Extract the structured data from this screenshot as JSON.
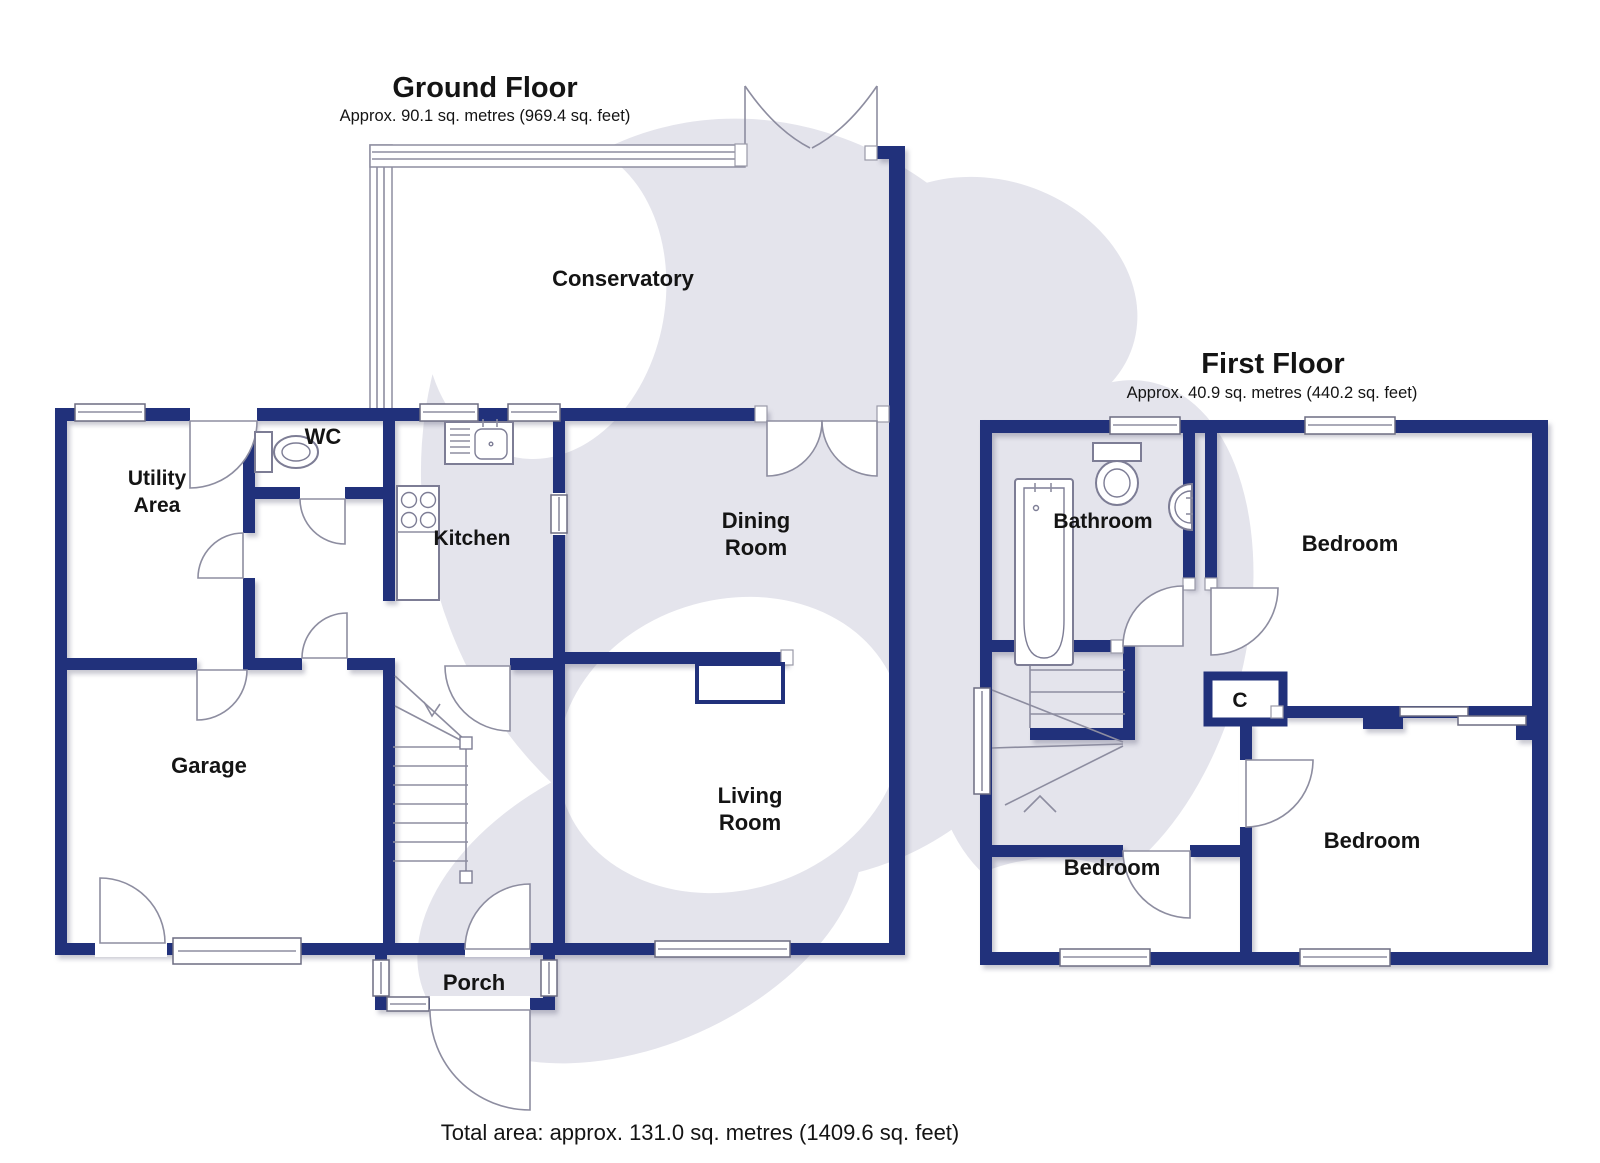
{
  "colors": {
    "wall": "#21317b",
    "line": "#7b7b8f",
    "watermark": "#e4e4ec",
    "text": "#141414",
    "bg": "#ffffff"
  },
  "ground_floor": {
    "title": "Ground Floor",
    "area": "Approx. 90.1 sq. metres (969.4 sq. feet)",
    "rooms": {
      "conservatory": "Conservatory",
      "utility_line1": "Utility",
      "utility_line2": "Area",
      "wc": "WC",
      "kitchen": "Kitchen",
      "dining_line1": "Dining",
      "dining_line2": "Room",
      "living_line1": "Living",
      "living_line2": "Room",
      "garage": "Garage",
      "porch": "Porch"
    }
  },
  "first_floor": {
    "title": "First Floor",
    "area": "Approx. 40.9 sq. metres (440.2 sq. feet)",
    "rooms": {
      "bathroom": "Bathroom",
      "bedroom_top_right": "Bedroom",
      "bedroom_bottom_left": "Bedroom",
      "bedroom_bottom_right": "Bedroom",
      "cupboard": "C"
    }
  },
  "footer": {
    "total": "Total area: approx. 131.0 sq. metres (1409.6 sq. feet)"
  }
}
